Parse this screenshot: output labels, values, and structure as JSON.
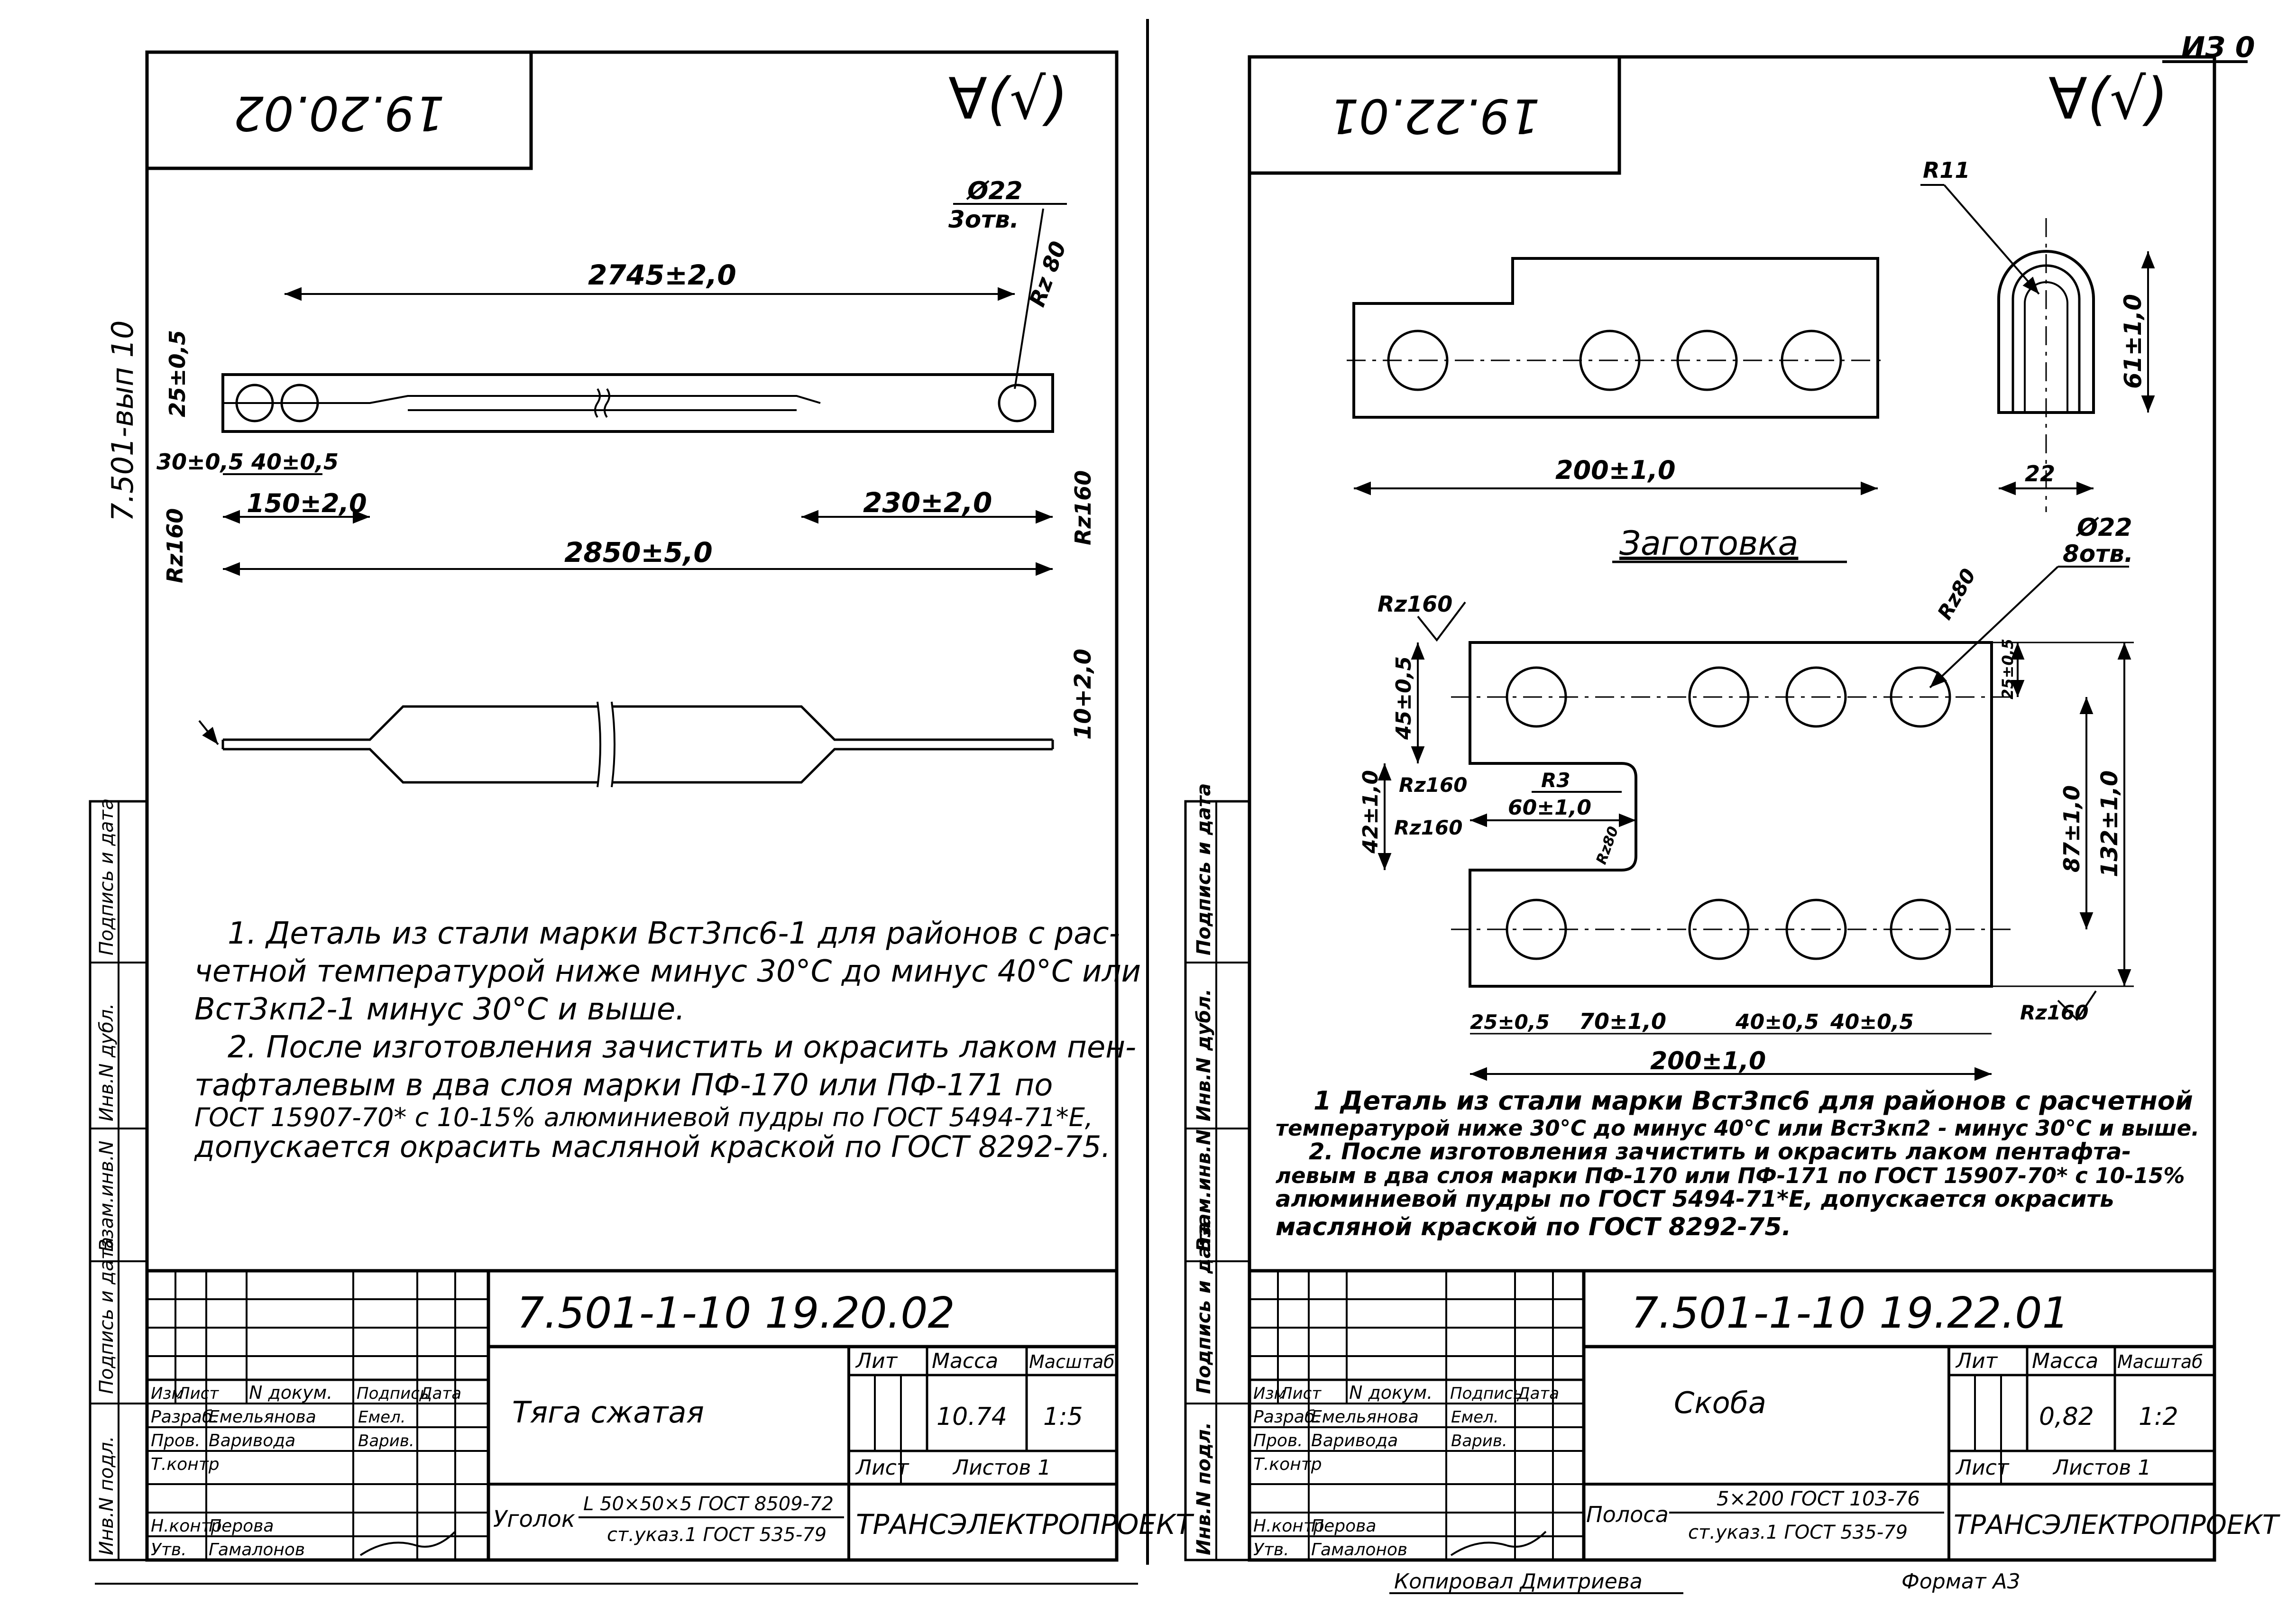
{
  "top_right_label": "ИЗ 0",
  "left_sheet": {
    "margin_code": "7.501-вып 10",
    "margin_stamp_labels": [
      "Инв.N подл.",
      "Подпись и дата",
      "Взам.инв.N",
      "Инв.N дубл.",
      "Подпись и дата"
    ],
    "stamp_number": "19.20.02",
    "roughness": "∀(√)",
    "dims": {
      "hole": "Ø22",
      "hole_count": "3отв.",
      "length_between": "2745±2,0",
      "rz80": "Rz 80",
      "edge25": "25±0,5",
      "edge30": "30±0,5",
      "gap40": "40±0,5",
      "left150": "150±2,0",
      "right230": "230±2,0",
      "rz160_a": "Rz160",
      "rz160_b": "Rz160",
      "total": "2850±5,0",
      "thickness": "10+2,0"
    },
    "notes": [
      "1. Деталь из стали марки Вст3пс6-1 для районов с рас-",
      "четной температурой ниже минус 30°С до минус 40°С или",
      "Вст3кп2-1 минус 30°С и выше.",
      "2. После изготовления зачистить и окрасить лаком пен-",
      "тафталевым в два слоя марки ПФ-170 или ПФ-171 по",
      "ГОСТ 15907-70* с 10-15% алюминиевой пудры по ГОСТ 5494-71*Е,",
      "допускается окрасить масляной краской по ГОСТ 8292-75."
    ],
    "title_block": {
      "designation": "7.501-1-10  19.20.02",
      "name": "Тяга сжатая",
      "head_izm": "Изм",
      "head_list": "Лист",
      "head_doc": "N докум.",
      "head_sign": "Подпись",
      "head_date": "Дата",
      "role_1": "Разраб.",
      "person_1": "Емельянова",
      "role_2": "Пров.",
      "person_2": "Варивода",
      "role_3": "Т.контр",
      "role_4": "Н.контр",
      "person_4": "Перова",
      "role_5": "Утв.",
      "person_5": "Гамалонов",
      "sig_1": "Емел.",
      "sig_2": "Варив.",
      "lit_label": "Лит",
      "mass_label": "Масса",
      "scale_label": "Масштаб",
      "mass": "10.74",
      "scale": "1:5",
      "sheet_label": "Лист",
      "sheets_label": "Листов 1",
      "material_prefix": "Уголок",
      "material_top": "L 50×50×5 ГОСТ 8509-72",
      "material_bottom": "ст.указ.1 ГОСТ 535-79",
      "org": "ТРАНСЭЛЕКТРОПРОЕКТ"
    }
  },
  "right_sheet": {
    "margin_stamp_labels": [
      "Инв.N подл.",
      "Подпись и дата",
      "Взам.инв.N",
      "Инв.N дубл.",
      "Подпись и дата"
    ],
    "stamp_number": "19.22.01",
    "roughness": "∀(√)",
    "dims": {
      "r11": "R11",
      "width200_top": "200±1,0",
      "height61": "61±1,0",
      "inner22": "22",
      "blank_title": "Заготовка",
      "hole": "Ø22",
      "hole_count": "8отв.",
      "rz80": "Rz80",
      "rz160_top": "Rz160",
      "rz160_notch1": "Rz160",
      "rz160_notch2": "Rz160",
      "rz160_corner": "Rz160",
      "r3": "R3",
      "rz80_small": "Rz80",
      "dim45": "45±0,5",
      "dim42": "42±1,0",
      "dim60": "60±1,0",
      "dim25v": "25±0,5",
      "dim87": "87±1,0",
      "dim132": "132±1,0",
      "dim25h": "25±0,5",
      "dim70": "70±1,0",
      "dim40a": "40±0,5",
      "dim40b": "40±0,5",
      "width200_bottom": "200±1,0"
    },
    "notes": [
      "1 Деталь из стали марки Вст3пс6 для районов с расчетной",
      "температурой ниже 30°С до минус 40°С или Вст3кп2 - минус 30°С и выше.",
      "2. После изготовления зачистить и окрасить лаком пентафта-",
      "левым в два слоя марки ПФ-170 или ПФ-171 по ГОСТ 15907-70* с 10-15%",
      "алюминиевой пудры по ГОСТ 5494-71*Е, допускается окрасить",
      "масляной краской по ГОСТ 8292-75."
    ],
    "title_block": {
      "designation": "7.501-1-10  19.22.01",
      "name": "Скоба",
      "head_izm": "Изм",
      "head_list": "Лист",
      "head_doc": "N докум.",
      "head_sign": "Подпись",
      "head_date": "Дата",
      "role_1": "Разраб.",
      "person_1": "Емельянова",
      "role_2": "Пров.",
      "person_2": "Варивода",
      "role_3": "Т.контр",
      "role_4": "Н.контр",
      "person_4": "Перова",
      "role_5": "Утв.",
      "person_5": "Гамалонов",
      "sig_1": "Емел.",
      "sig_2": "Варив.",
      "lit_label": "Лит",
      "mass_label": "Масса",
      "scale_label": "Масштаб",
      "mass": "0,82",
      "scale": "1:2",
      "sheet_label": "Лист",
      "sheets_label": "Листов 1",
      "material_prefix": "Полоса",
      "material_top": "5×200 ГОСТ 103-76",
      "material_bottom": "ст.указ.1 ГОСТ 535-79",
      "org": "ТРАНСЭЛЕКТРОПРОЕКТ"
    }
  },
  "footer": {
    "copied_by": "Копировал Дмитриева",
    "format": "Формат А3"
  }
}
